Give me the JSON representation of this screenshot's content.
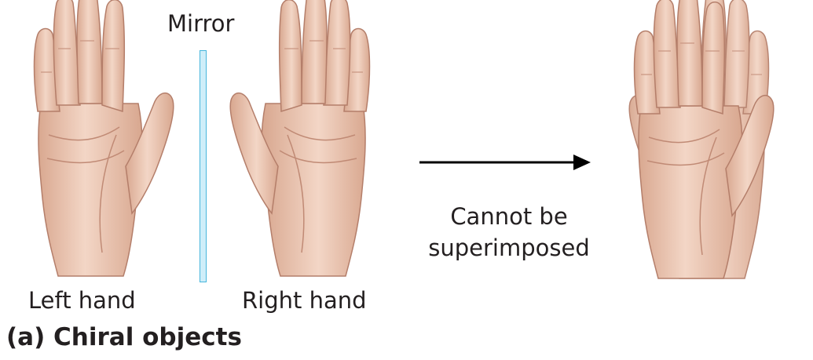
{
  "labels": {
    "mirror": "Mirror",
    "left_hand": "Left hand",
    "right_hand": "Right hand",
    "arrow_line1": "Cannot be",
    "arrow_line2": "superimposed",
    "panel_caption": "(a) Chiral objects"
  },
  "colors": {
    "skin_light": "#f1d2c0",
    "skin_mid": "#dcab93",
    "skin_shadow": "#b98470",
    "mirror_fill": "#cfeef9",
    "mirror_edge": "#47b6dc",
    "arrow": "#000000"
  }
}
